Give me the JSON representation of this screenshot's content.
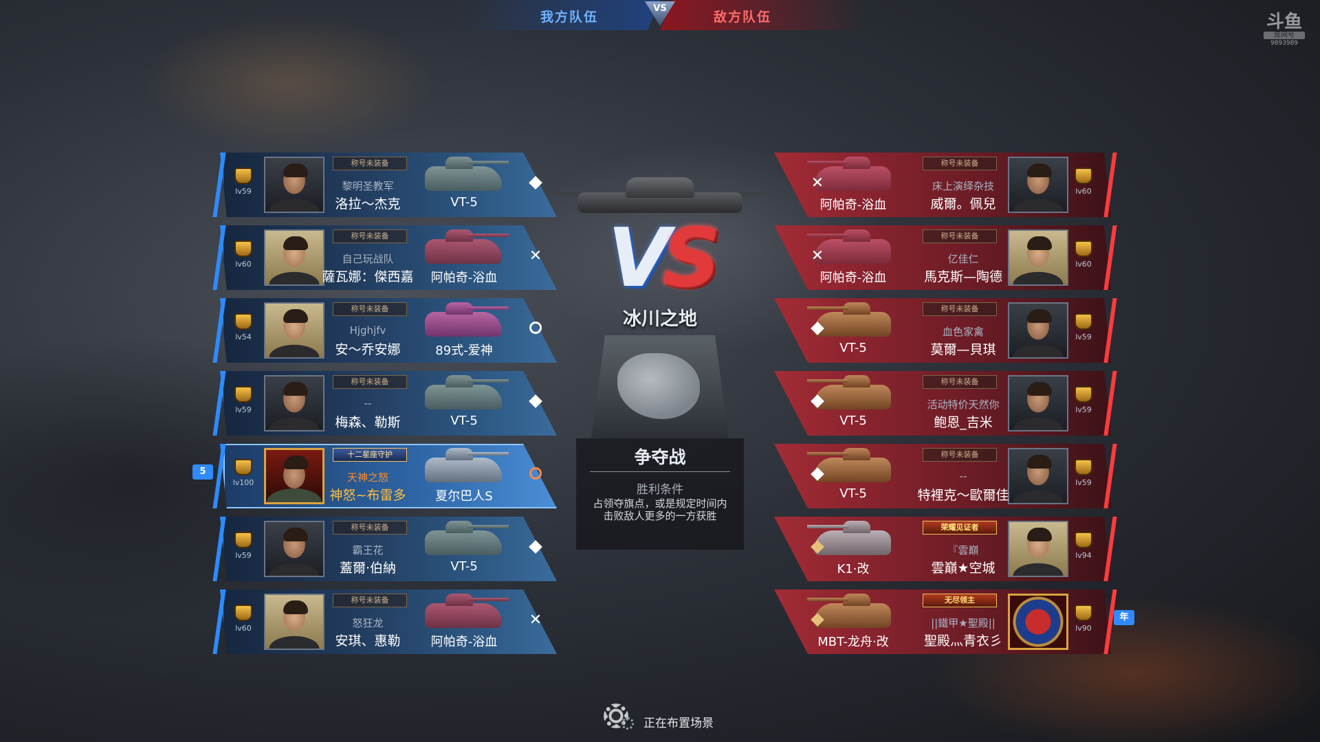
{
  "header": {
    "ally_label": "我方队伍",
    "enemy_label": "敌方队伍",
    "emblem": "VS"
  },
  "watermark": {
    "logo": "斗鱼",
    "line2": "房间号",
    "room": "9893989"
  },
  "center": {
    "vs_v": "V",
    "vs_s": "S",
    "map_name": "冰川之地",
    "mode": "争夺战",
    "win_label": "胜利条件",
    "win_text": "占领夺旗点，或是规定时间内击败敌人更多的一方获胜"
  },
  "loading": {
    "text": "正在布置场景"
  },
  "ally": [
    {
      "lv": "lv59",
      "title": "称号未装备",
      "guild": "黎明圣教军",
      "name": "洛拉～杰克",
      "tank": "VT-5",
      "tank_color": "#8fa09a",
      "status": "diamond"
    },
    {
      "lv": "lv60",
      "title": "称号未装备",
      "guild": "自己玩战队",
      "name": "薩瓦娜：傑西嘉",
      "tank": "阿帕奇-浴血",
      "tank_color": "#c45870",
      "status": "x"
    },
    {
      "lv": "lv54",
      "title": "称号未装备",
      "guild": "Hjghjfv",
      "name": "安～乔安娜",
      "tank": "89式-爱神",
      "tank_color": "#d069a8",
      "status": "ring"
    },
    {
      "lv": "lv59",
      "title": "称号未装备",
      "guild": "--",
      "name": "梅森、勒斯",
      "tank": "VT-5",
      "tank_color": "#8fa09a",
      "status": "diamond"
    },
    {
      "lv": "lv100",
      "title": "十二星座守护",
      "guild": "天神之怒",
      "name": "神怒~布雷多",
      "tank": "夏尔巴人S",
      "tank_color": "#c4c8cc",
      "status": "ring-orange",
      "highlight": true,
      "vip": "5"
    },
    {
      "lv": "lv59",
      "title": "称号未装备",
      "guild": "霸王花",
      "name": "蓋爾·伯納",
      "tank": "VT-5",
      "tank_color": "#8fa09a",
      "status": "diamond"
    },
    {
      "lv": "lv60",
      "title": "称号未装备",
      "guild": "怒狂龙",
      "name": "安琪、惠勒",
      "tank": "阿帕奇-浴血",
      "tank_color": "#c45870",
      "status": "x"
    }
  ],
  "enemy": [
    {
      "lv": "lv60",
      "title": "称号未装备",
      "guild": "床上演绎杂技",
      "name": "威爾。佩兒",
      "tank": "阿帕奇-浴血",
      "status": "x"
    },
    {
      "lv": "lv60",
      "title": "称号未装备",
      "guild": "亿佳仁",
      "name": "馬克斯—陶德",
      "tank": "阿帕奇-浴血",
      "status": "x"
    },
    {
      "lv": "lv59",
      "title": "称号未装备",
      "guild": "血色家禽",
      "name": "莫爾—貝琪",
      "tank": "VT-5",
      "status": "diamond"
    },
    {
      "lv": "lv59",
      "title": "称号未装备",
      "guild": "活动特价天然你",
      "name": "鲍恩_吉米",
      "tank": "VT-5",
      "status": "diamond"
    },
    {
      "lv": "lv59",
      "title": "称号未装备",
      "guild": "--",
      "name": "特裡克～歐爾佳",
      "tank": "VT-5",
      "status": "diamond"
    },
    {
      "lv": "lv94",
      "title": "荣耀见证者",
      "guild": "『雲巔",
      "name": "雲巔★空城",
      "tank": "K1·改",
      "status": "diamond-gold"
    },
    {
      "lv": "lv90",
      "title": "无尽领主",
      "guild": "||鐵甲★聖殿||",
      "name": "聖殿灬青衣彡",
      "tank": "MBT-龙舟·改",
      "status": "diamond-gold",
      "vip": "年"
    }
  ]
}
